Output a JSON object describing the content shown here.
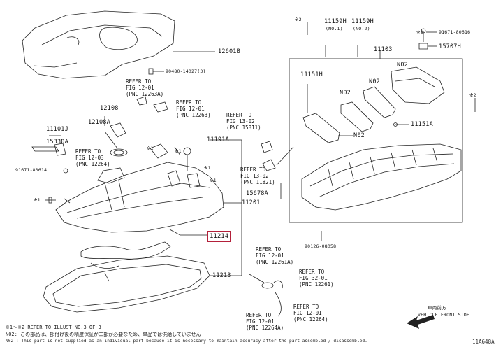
{
  "parts": {
    "p12601B": "12601B",
    "p90480": "90480-14027(3)",
    "p12108": "12108",
    "p12108A": "12108A",
    "p11101J": "11101J",
    "p15330A": "15330A",
    "p91671_left": "91671-80614",
    "p11191A": "11191A",
    "p11201": "11201",
    "p11214": "11214",
    "p11213": "11213",
    "p11159H_1": "11159H",
    "p11159H_1_sub": "(NO.1)",
    "p11159H_2": "11159H",
    "p11159H_2_sub": "(NO.2)",
    "p91671_right": "91671-80616",
    "p15707H": "15707H",
    "p11103": "11103",
    "p11151H": "11151H",
    "n02_a": "N02",
    "n02_b": "N02",
    "n02_c": "N02",
    "n02_d": "N02",
    "p11151A": "11151A",
    "p15678A": "15678A",
    "p90126": "90126-08058",
    "mark1_a": "※1",
    "mark1_b": "※1",
    "mark1_c": "※1",
    "mark1_d": "※1",
    "mark1_e": "※1",
    "mark2_a": "※2",
    "mark2_b": "※2",
    "mark2_c": "※2"
  },
  "refs": {
    "r1": {
      "l1": "REFER TO",
      "l2": "FIG 12-01",
      "l3": "(PNC 12263A)"
    },
    "r2": {
      "l1": "REFER TO",
      "l2": "FIG 12-01",
      "l3": "(PNC 12263)"
    },
    "r3": {
      "l1": "REFER TO",
      "l2": "FIG 13-02",
      "l3": "(PNC 15811)"
    },
    "r4": {
      "l1": "REFER TO",
      "l2": "FIG 12-03",
      "l3": "(PNC 12264)"
    },
    "r5": {
      "l1": "REFER TO",
      "l2": "FIG 13-02",
      "l3": "(PNC 11821)"
    },
    "r6": {
      "l1": "REFER TO",
      "l2": "FIG 12-01",
      "l3": "(PNC 12261A)"
    },
    "r7": {
      "l1": "REFER TO",
      "l2": "FIG 32-01",
      "l3": "(PNC 12261)"
    },
    "r8": {
      "l1": "REFER TO",
      "l2": "FIG 12-01",
      "l3": "(PNC 12264)"
    },
    "r9": {
      "l1": "REFER TO",
      "l2": "FIG 12-01",
      "l3": "(PNC 12264A)"
    }
  },
  "direction": {
    "jp": "車両前方",
    "en": "VEHICLE FRONT SIDE"
  },
  "illus_id": "11A648A",
  "notes": {
    "n1": "※1～※2 REFER TO ILLUST NO.3 OF 3",
    "n2": "N02: この部品は、部付け後の精度保証が二部が必要なため、単品では供給していません",
    "n3": "N02 : This part is not supplied as an individual part because it is necessary to maintain accuracy after the part assembled / disassembled."
  },
  "colors": {
    "line": "#222222",
    "highlight": "#b3203a"
  }
}
